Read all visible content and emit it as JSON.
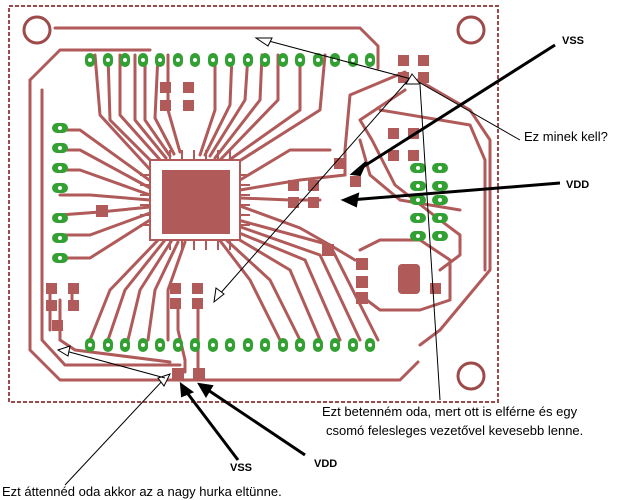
{
  "labels": {
    "vss_top": "VSS",
    "vdd_right": "VDD",
    "question": "Ez minek kell?",
    "note_right_line1": "Ezt betenném oda, mert ott is elférne és egy",
    "note_right_line2": "csomó felesleges vezetővel kevesebb lenne.",
    "vss_bottom": "VSS",
    "vdd_bottom": "VDD",
    "note_bottom": "Ezt áttennéd oda akkor az a nagy hurka eltünne."
  },
  "colors": {
    "copper": "#b05a5a",
    "pad_green": "#33a033",
    "board_outline": "#9e4a4a",
    "arrow": "#000000"
  }
}
